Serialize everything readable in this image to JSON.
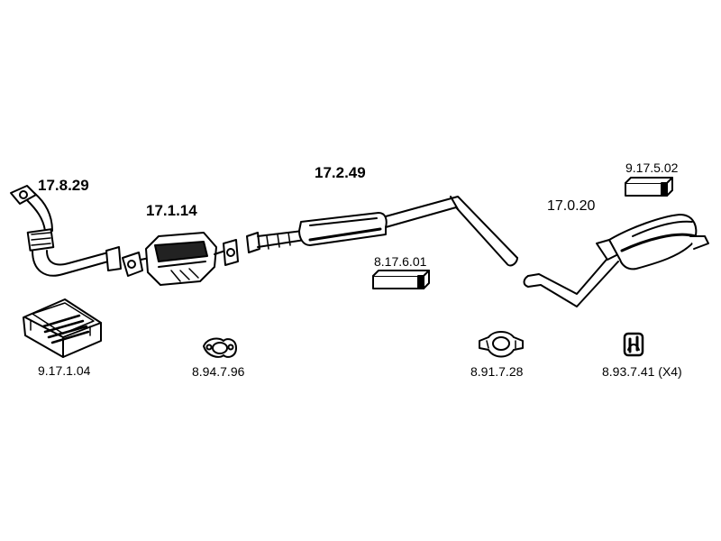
{
  "parts": {
    "front_pipe": "17.8.29",
    "catalytic_converter": "17.1.14",
    "centre_silencer": "17.2.49",
    "rear_silencer": "17.0.20",
    "mounting_kit_small": "9.17.5.02",
    "mounting_kit_centre": "8.17.6.01",
    "fitting_kit": "9.17.1.04",
    "gasket": "8.94.7.96",
    "clamp": "8.91.7.28",
    "rubber_mount": "8.93.7.41 (X4)"
  },
  "colors": {
    "line": "#000000",
    "fill": "#ffffff",
    "shade": "#111111"
  }
}
